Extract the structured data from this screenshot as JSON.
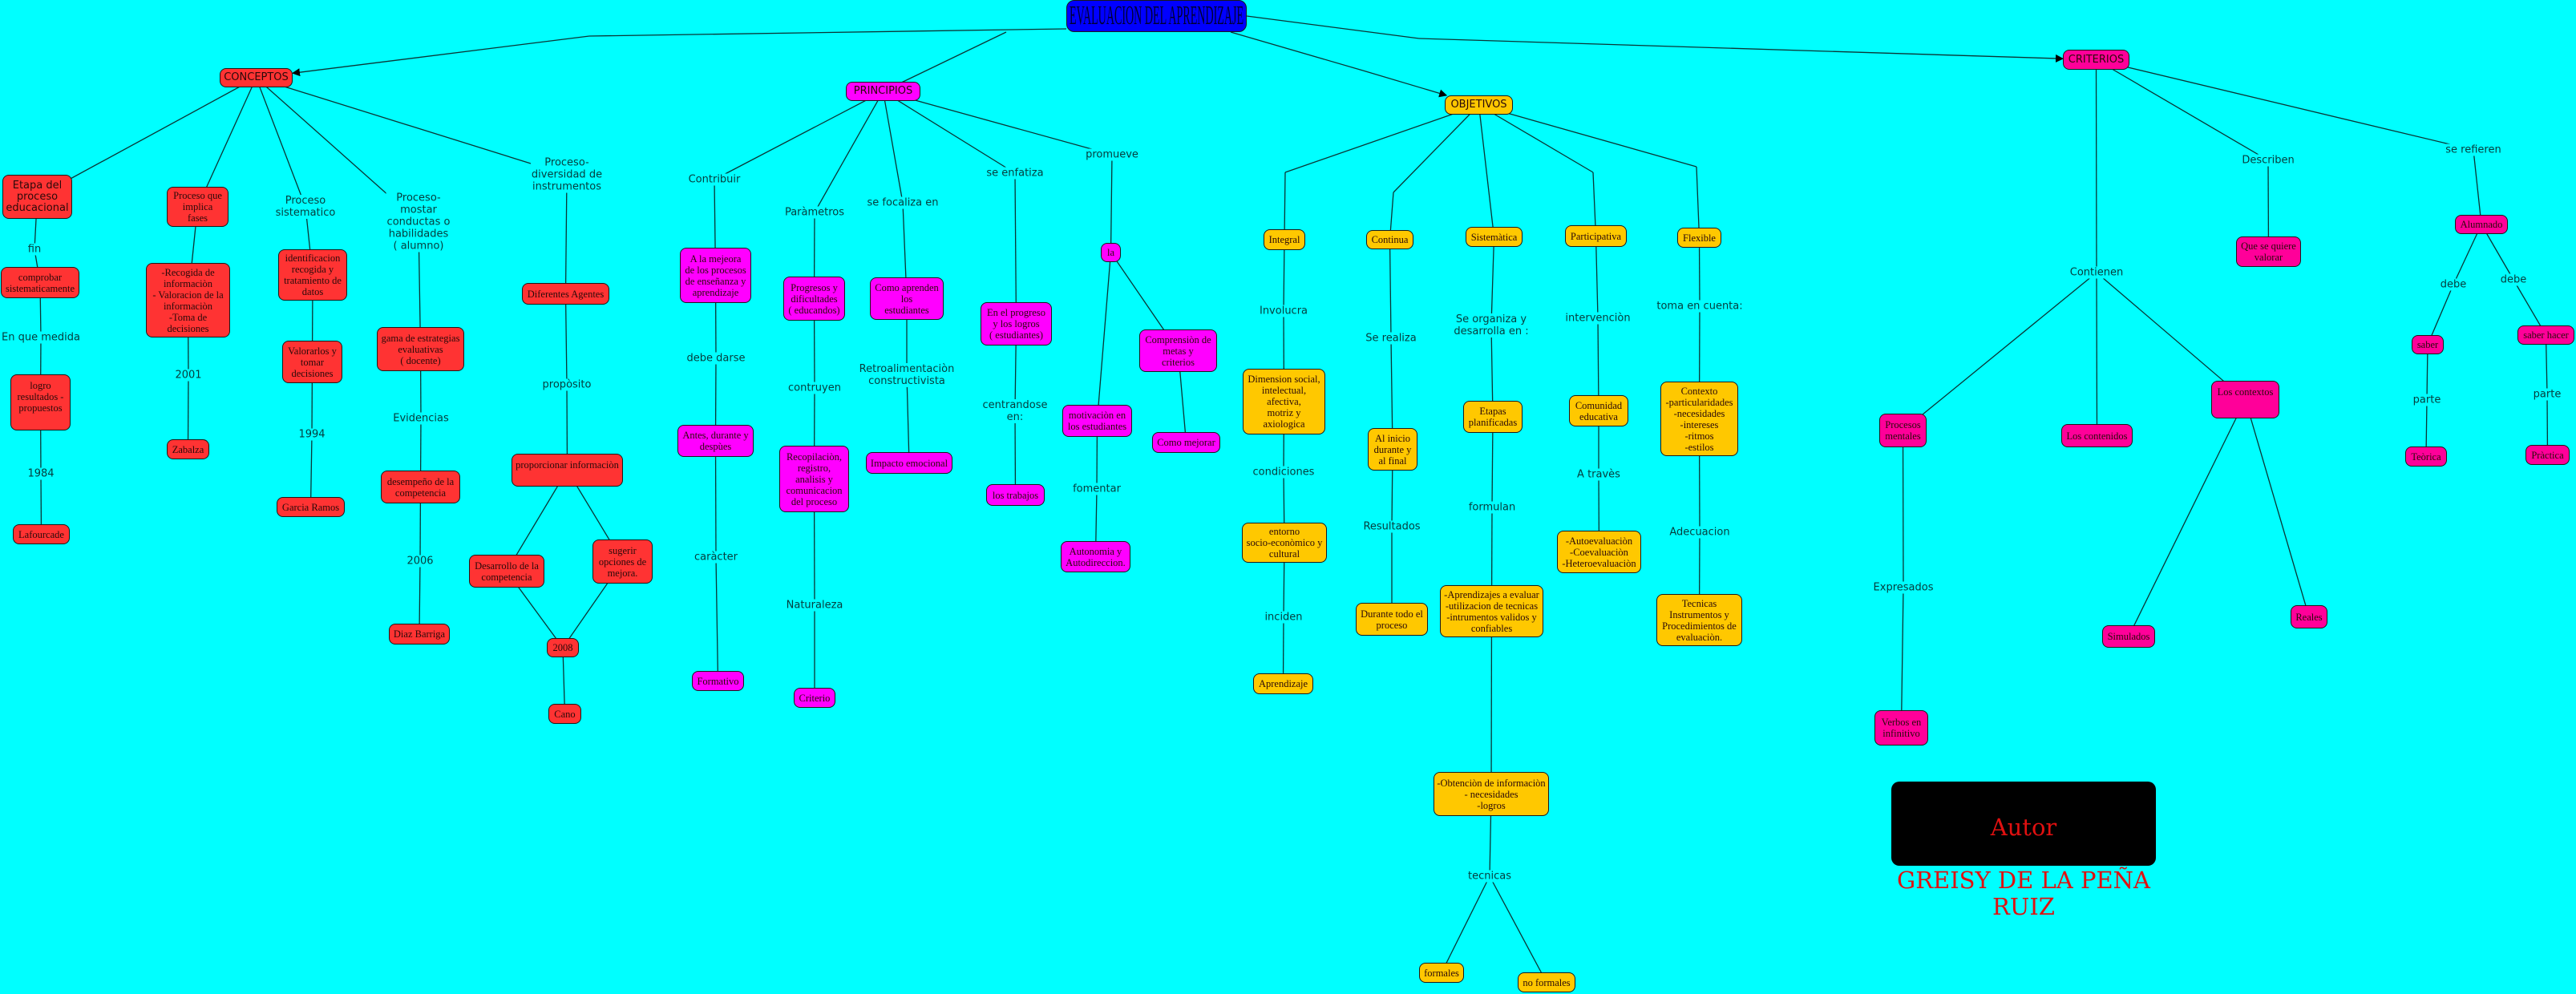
{
  "title": "EVALUACION DEL APRENDIZAJE",
  "colors": {
    "background": "#00ffff",
    "title": "#0000ff",
    "conceptos": "#ff3333",
    "principios": "#ff00ff",
    "objetivos": "#ffc800",
    "criterios": "#ff0099",
    "author_box": "#000000",
    "author_text": "#e01010"
  },
  "nodes": {
    "conceptos": "CONCEPTOS",
    "etapa": "Etapa del\nproceso\neducacional",
    "comprobar": "comprobar\nsistematicamente",
    "logro": "logro\nresultados -\npropuestos",
    "lafourcade": "Lafourcade",
    "fases": "Proceso que\nimplica\nfases",
    "recogida": "-Recogida de\ninformaciòn\n- Valoracion de la\ninformaciòn\n-Toma de\ndecisiones",
    "zabalza": "Zabalza",
    "identificacion": "identificacion\nrecogida y\ntratamiento de\ndatos",
    "valorarlos": "Valorarlos y\ntomar\ndecisiones",
    "garcia": "Garcia Ramos",
    "gama": "gama de estrategias\nevaluativas\n( docente)",
    "desempeno": "desempeño de la\ncompetencia",
    "diaz": "Diaz Barriga",
    "agentes": "Diferentes Agentes",
    "proporcionar": "proporcionar informaciòn",
    "desarrollo": "Desarrollo de la\ncompetencia",
    "sugerir": "sugerir\nopciones de\nmejora.",
    "n2008": "2008",
    "cano": "Cano",
    "principios": "PRINCIPIOS",
    "mejora": "A la mejeora\nde los procesos\nde enseñanza y\naprendizaje",
    "antes": "Antes, durante y\ndespùes",
    "formativo": "Formativo",
    "progresos": "Progresos y\ndificultades\n( educandos)",
    "recopilacion": "Recopilaciòn,\nregistro,\nanalisis y\ncomunicacion\ndel proceso",
    "criterio": "Criterio",
    "aprenden": "Como aprenden\nlos\nestudiantes",
    "impacto": "Impacto emocional",
    "progreso": "En el progreso\ny los logros\n( estudiantes)",
    "trabajos": "los trabajos",
    "la": "la",
    "motivacion": "motivaciòn en\nlos estudiantes",
    "autonomia": "Autonomia y\nAutodireccion.",
    "comprension": "Comprensiòn de\nmetas y\ncriterios",
    "mejorar": "Como mejorar",
    "objetivos": "OBJETIVOS",
    "integral": "Integral",
    "dimension": "Dimension social,\nintelectual,\nafectiva,\nmotriz y\naxiologica",
    "entorno": "entorno\nsocio-econòmico y\ncultural",
    "aprendizaje": "Aprendizaje",
    "continua": "Continua",
    "inicio": "Al inicio\ndurante y\nal final",
    "durante": "Durante todo el\nproceso",
    "sistematica": "Sistemàtica",
    "etapas": "Etapas\nplanificadas",
    "aprendizajes": "-Aprendizajes a evaluar\n-utilizacion de tecnicas\n-intrumentos validos y\nconfiables",
    "obtencion": "-Obtenciòn de informaciòn\n- necesidades\n-logros",
    "formales": "formales",
    "noformales": "no formales",
    "participativa": "Participativa",
    "comunidad": "Comunidad\neducativa",
    "auto": "-Autoevaluaciòn\n-Coevaluaciòn\n-Heteroevaluaciòn",
    "flexible": "Flexible",
    "contexto": "Contexto\n-particularidades\n-necesidades\n-intereses\n-ritmos\n-estilos",
    "tecnicas": "Tecnicas\nInstrumentos y\nProcedimientos de\nevaluaciòn.",
    "criterios": "CRITERIOS",
    "procesos": "Procesos\nmentales",
    "verbos": "Verbos en\ninfinitivo",
    "contenidos": "Los contenidos",
    "contextos": "Los contextos",
    "simulados": "Simulados",
    "reales": "Reales",
    "quiere": "Que se quiere\nvalorar",
    "alumnado": "Alumnado",
    "saber": "saber",
    "saberhacer": "saber hacer",
    "teorica": "Teòrica",
    "practica": "Pràctica"
  },
  "labels": {
    "l_fin": "fin",
    "l_medida": "En que medida",
    "l_1984": "1984",
    "l_2001": "2001",
    "l_sist": "Proceso\nsistematico",
    "l_1994": "1994",
    "l_mostrar": "Proceso-\nmostar\nconductas o\nhabilidades\n( alumno)",
    "l_evid": "Evidencias",
    "l_2006": "2006",
    "l_divers": "Proceso-\ndiversidad de\ninstrumentos",
    "l_proposito": "propòsito",
    "l_contribuir": "Contribuir",
    "l_debedarse": "debe darse",
    "l_caracter": "caràcter",
    "l_param": "Paràmetros",
    "l_contruyen": "contruyen",
    "l_natur": "Naturaleza",
    "l_focaliza": "se focaliza en",
    "l_retro": "Retroalimentaciòn\nconstructivista",
    "l_enfatiza": "se enfatiza",
    "l_centrando": "centrandose\nen:",
    "l_promueve": "promueve",
    "l_fomentar": "fomentar",
    "l_involucra": "Involucra",
    "l_condic": "condiciones",
    "l_inciden": "inciden",
    "l_realiza": "Se realiza",
    "l_result": "Resultados",
    "l_organiza": "Se organiza y\ndesarrolla en :",
    "l_formulan": "formulan",
    "l_tecnicas": "tecnicas",
    "l_interv": "intervenciòn",
    "l_traves": "A travès",
    "l_toma": "toma en cuenta:",
    "l_adec": "Adecuacion",
    "l_contienen": "Contienen",
    "l_expresados": "Expresados",
    "l_describen": "Describen",
    "l_refieren": "se refieren",
    "l_debe1": "debe",
    "l_debe2": "debe",
    "l_parte1": "parte",
    "l_parte2": "parte"
  },
  "author": {
    "heading": "Autor",
    "name": "GREISY DE LA PEÑA RUIZ"
  }
}
